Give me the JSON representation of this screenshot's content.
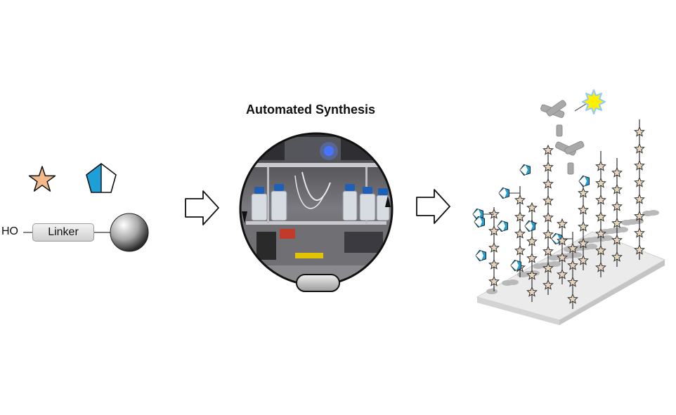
{
  "diagram": {
    "title": "Automated Synthesis",
    "hydroxyl_label": "HO",
    "linker_label": "Linker",
    "icons": [
      "star-icon",
      "pentagon-icon",
      "resin-bead-icon",
      "arrow-right-icon",
      "antibody-icon",
      "fluorophore-icon",
      "microarray-plate-icon"
    ],
    "colors": {
      "star_fill": "#f2b98a",
      "pentagon_fill": "#1f9fd8",
      "arrow_fill": "#ffffff",
      "antibody": "#a9a9a9",
      "fluorophore": "#ffef00",
      "fluorophore_glow": "#8ec9ff",
      "plate": "#e6e6e6",
      "array_star_fill": "#e8d4bc"
    }
  }
}
